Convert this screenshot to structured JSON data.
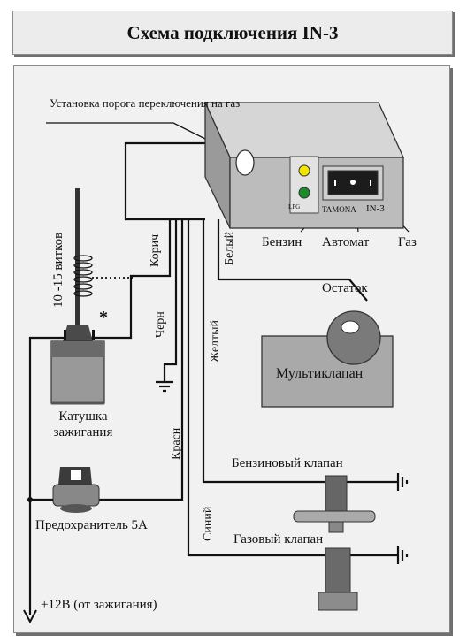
{
  "title": "Схема подключения IN-3",
  "labels": {
    "threshold": "Установка порога переключения на газ",
    "brand": "TAMONA",
    "model": "IN-3",
    "lpg": "LPG",
    "benzin": "Бензин",
    "avtomat": "Автомат",
    "gaz": "Газ",
    "ostatok": "Остаток",
    "multiklapan": "Мультиклапан",
    "turns": "10 -15 витков",
    "star": "*",
    "coil": "Катушка зажигания",
    "fuse": "Предохранитель 5А",
    "benzin_valve": "Бензиновый клапан",
    "gas_valve": "Газовый клапан",
    "power": "+12В (от зажигания)"
  },
  "wires": {
    "korich": "Корич",
    "chern": "Черн",
    "krasn": "Красн",
    "siniy": "Синий",
    "zheltyi": "Желтый",
    "belyi": "Белый"
  },
  "colors": {
    "yellow_led": "#f2e600",
    "green_led": "#1a8a2a",
    "device": "#b9b9b9",
    "panel": "#f1f1f1"
  }
}
